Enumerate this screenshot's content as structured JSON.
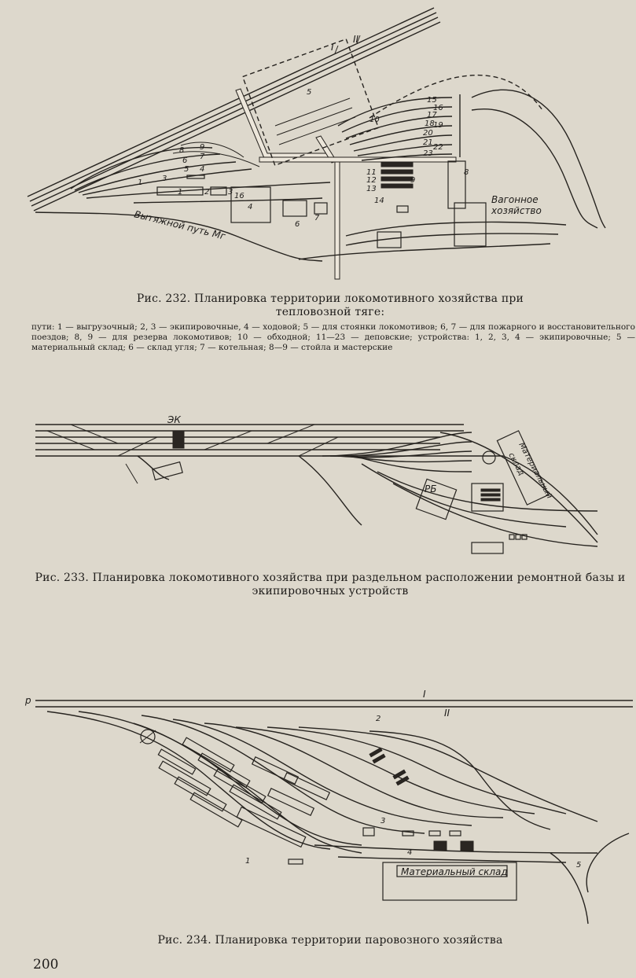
{
  "figures": [
    {
      "caption": "Рис. 232. Планировка территории локомотивного хозяйства при тепловозной тяге:",
      "legend": "пути: 1 — выгрузочный; 2, 3 — экипировочные, 4 — ходовой; 5 — для стоянки локомотивов; 6, 7 — для пожарного и восстановительного поездов; 8, 9 — для резерва локомотивов; 10 — обходной; 11—23 — деповские; устройства: 1, 2, 3, 4 — экипировочные; 5 — материальный склад; 6 — склад угля; 7 — котельная; 8—9 — стойла и мастерские",
      "labels": {
        "main_tracks": [
          "I",
          "II"
        ],
        "pull_track": "Вытяжной путь Мг",
        "wagon_depot": [
          "Вагонное",
          "хозяйство"
        ],
        "track_numbers": [
          "1",
          "2",
          "3",
          "4",
          "5",
          "6",
          "7",
          "8",
          "9",
          "10",
          "11",
          "12",
          "13",
          "14",
          "15",
          "16",
          "17",
          "18",
          "19",
          "20",
          "21",
          "22",
          "23",
          "16"
        ]
      }
    },
    {
      "caption": "Рис. 233. Планировка локомотивного хозяйства при раздельном расположении ремонтной базы и экипировочных устройств",
      "labels": {
        "equipment": "ЭК",
        "repair_base": "РБ",
        "material_store": [
          "Материальный",
          "склад"
        ]
      }
    },
    {
      "caption": "Рис. 234. Планировка территории паровозного хозяйства",
      "labels": {
        "station_p": "р",
        "main_tracks": [
          "I",
          "II"
        ],
        "numbers": [
          "1",
          "2",
          "3",
          "4",
          "5"
        ],
        "material_store": "Материальный склад"
      }
    }
  ],
  "page_number": "200"
}
